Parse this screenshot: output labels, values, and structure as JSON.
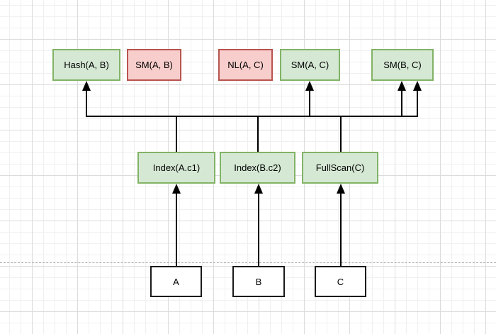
{
  "diagram": {
    "title_hint": "query-plan search tree on grid canvas",
    "join_nodes": [
      {
        "label": "Hash(A, B)",
        "status": "kept"
      },
      {
        "label": "SM(A, B)",
        "status": "pruned"
      },
      {
        "label": "NL(A, C)",
        "status": "pruned"
      },
      {
        "label": "SM(A, C)",
        "status": "kept"
      },
      {
        "label": "SM(B, C)",
        "status": "kept"
      }
    ],
    "access_nodes": [
      {
        "label": "Index(A.c1)"
      },
      {
        "label": "Index(B.c2)"
      },
      {
        "label": "FullScan(C)"
      }
    ],
    "table_nodes": [
      {
        "label": "A"
      },
      {
        "label": "B"
      },
      {
        "label": "C"
      }
    ],
    "edges": [
      {
        "from": "A",
        "to": "Index(A.c1)",
        "arrowhead": true
      },
      {
        "from": "B",
        "to": "Index(B.c2)",
        "arrowhead": true
      },
      {
        "from": "C",
        "to": "FullScan(C)",
        "arrowhead": true
      },
      {
        "from": "Index(A.c1)",
        "to": "shared-bus",
        "arrowhead": false
      },
      {
        "from": "Index(B.c2)",
        "to": "shared-bus",
        "arrowhead": false
      },
      {
        "from": "FullScan(C)",
        "to": "shared-bus",
        "arrowhead": false
      },
      {
        "from": "shared-bus",
        "to": "Hash(A, B)",
        "arrowhead": true
      },
      {
        "from": "shared-bus",
        "to": "SM(A, C)",
        "arrowhead": true
      },
      {
        "from": "shared-bus",
        "to": "SM(B, C)",
        "arrowhead": true
      },
      {
        "from": "shared-bus",
        "to": "SM(B, C)",
        "arrowhead": true
      }
    ],
    "unconnected_nodes": [
      "SM(A, B)",
      "NL(A, C)"
    ]
  },
  "colors": {
    "kept_fill": "#d5e8d4",
    "kept_border": "#82b366",
    "pruned_fill": "#f8cecc",
    "pruned_border": "#b85450",
    "table_fill": "#ffffff",
    "table_border": "#1a1a1a",
    "edge_line": "#000000",
    "grid_minor": "#f0f0f0",
    "grid_major": "#dcdcdc",
    "page_separator": "#a9a9a9",
    "background": "#ffffff"
  }
}
